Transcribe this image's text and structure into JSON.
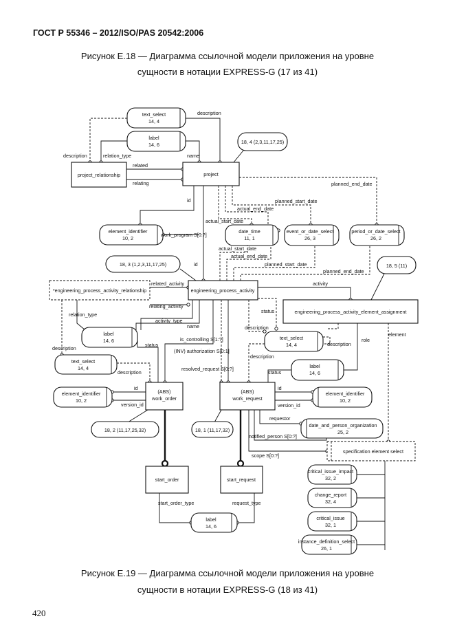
{
  "header": "ГОСТ Р 55346 – 2012/ISO/PAS 20542:2006",
  "caption_top": [
    "Рисунок Е.18 — Диаграмма ссылочной модели приложения на уровне",
    "сущности в нотации EXPRESS-G (17 из 41)"
  ],
  "caption_bottom": [
    "Рисунок Е.19 — Диаграмма ссылочной модели приложения на уровне",
    "сущности в нотации EXPRESS-G (18 из 41)"
  ],
  "page_number": "420",
  "diagram": {
    "entities": {
      "project_relationship": "project_relationship",
      "project": "project",
      "engineering_process_activity_relationship": "*engineering_process_activity_relationship",
      "engineering_process_activity": "engineering_process_activity",
      "engineering_process_activity_element_assignment": "engineering_process_activity_element_assignment",
      "work_order_abs": "(ABS)",
      "work_order": "work_order",
      "work_request_abs": "(ABS)",
      "work_request": "work_request",
      "start_order": "start_order",
      "start_request": "start_request",
      "specification_element_select": "specification element select"
    },
    "refs": {
      "text_select_top": [
        "text_select",
        "14, 4"
      ],
      "label_top": [
        "label",
        "14, 6"
      ],
      "project_ref": "18, 4 (2,3,11,17,25)",
      "element_identifier_1": [
        "element_identifier",
        "10, 2"
      ],
      "date_time": [
        "date_time",
        "11, 1"
      ],
      "event_or_date_select": [
        "event_or_date_select",
        "26, 3"
      ],
      "period_or_date_select": [
        "period_or_date_select",
        "26, 2"
      ],
      "epa_ref": "18, 3 (1,2,3,11,17,25)",
      "epaea_ref": "18, 5 (11)",
      "label_mid": [
        "label",
        "14, 6"
      ],
      "text_select_mid_right": [
        "text_select",
        "14, 4"
      ],
      "text_select_left": [
        "text_select",
        "14, 4"
      ],
      "label_right": [
        "label",
        "14, 6"
      ],
      "element_identifier_2": [
        "element_identifier",
        "10, 2"
      ],
      "element_identifier_3": [
        "element_identifier",
        "10, 2"
      ],
      "work_order_ref": "18, 2 (11,17,25,32)",
      "work_request_ref": "18, 1 (11,17,32)",
      "date_and_person_organization": [
        "date_and_person_organization",
        "25, 2"
      ],
      "label_bottom": [
        "label",
        "14, 6"
      ],
      "critical_issue_impact": [
        "critical_issue_impact",
        "32, 2"
      ],
      "change_report": [
        "change_report",
        "32, 4"
      ],
      "critical_issue": [
        "critical_issue",
        "32, 1"
      ],
      "instance_definition_select": [
        "instance_definition_select",
        "26, 1"
      ]
    },
    "attributes": {
      "description": "description",
      "relation_type": "relation_type",
      "name": "name",
      "related": "related",
      "relating": "relating",
      "id": "id",
      "planned_end_date": "planned_end_date",
      "planned_start_date": "planned_start_date",
      "actual_end_date": "actual_end_date",
      "actual_start_date": "actual_start_date",
      "work_program": "work_program S[0:?]",
      "related_activity": "related_activity",
      "relating_activity": "relating_activity",
      "activity": "activity",
      "status": "status",
      "activity_type": "activity_type",
      "is_controlling": "is_controlling S[1:?]",
      "authorization": "(INV) authorization S[0:1]",
      "resolved_request": "resolved_request S[0:?]",
      "role": "role",
      "element": "element",
      "version_id": "version_id",
      "requestor": "requestor",
      "notified_person": "notified_person S[0:?]",
      "scope": "scope S[0:?]",
      "start_order_type": "start_order_type",
      "request_type": "request_type"
    }
  }
}
